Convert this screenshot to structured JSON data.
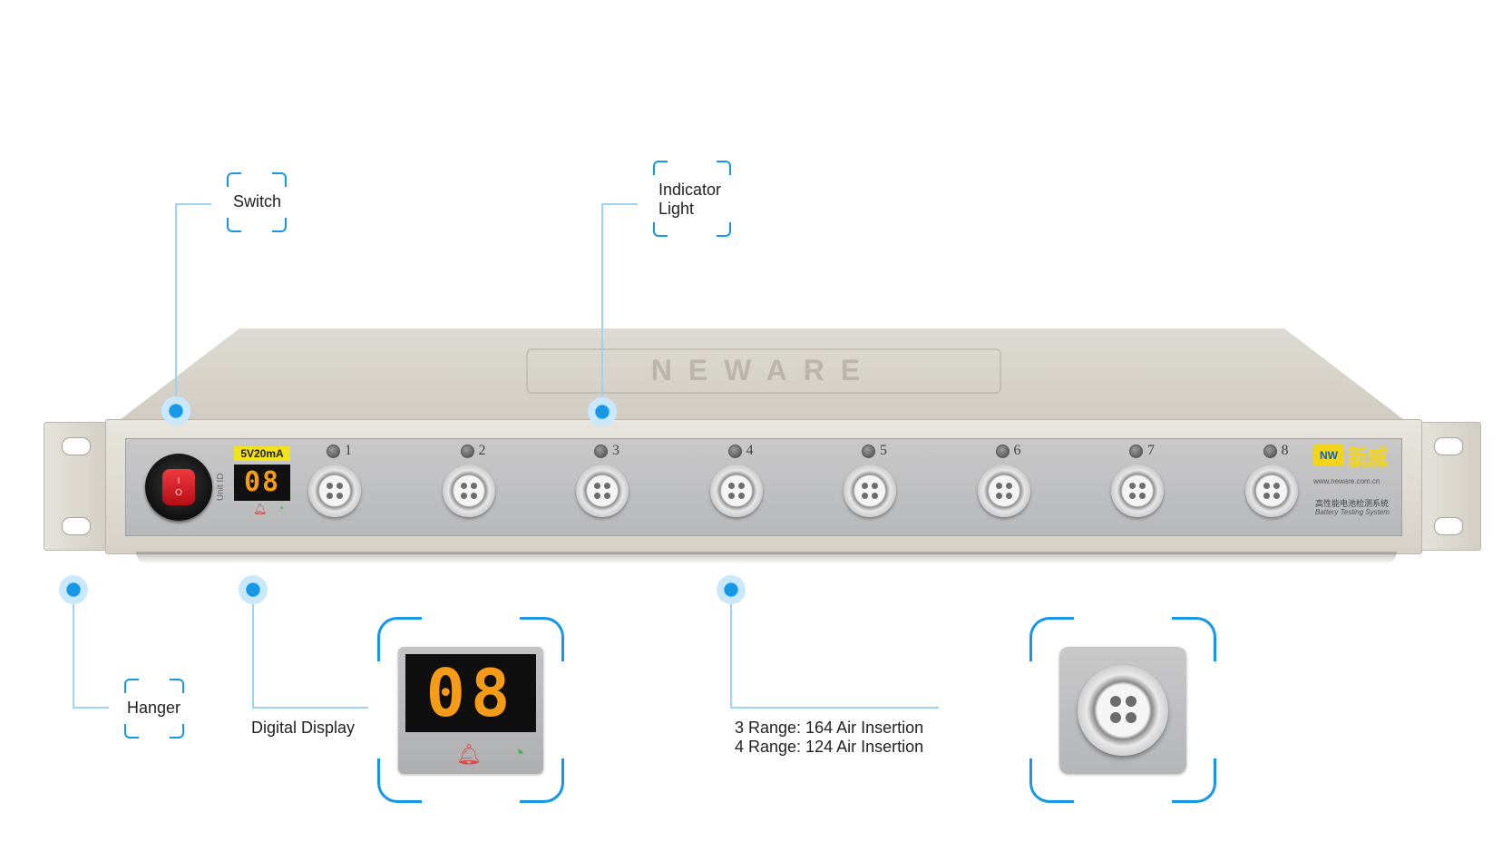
{
  "callouts": {
    "switch": "Switch",
    "indicator_light_line1": "Indicator",
    "indicator_light_line2": "Light",
    "hanger": "Hanger",
    "digital_display": "Digital Display",
    "range_line1": "3 Range: 164 Air Insertion",
    "range_line2": "4 Range: 124 Air Insertion"
  },
  "device": {
    "range_badge": "5V20mA",
    "unit_id_label": "Unit ID",
    "display_value": "08",
    "switch_on_symbol": "I",
    "switch_off_symbol": "O",
    "channels": [
      "1",
      "2",
      "3",
      "4",
      "5",
      "6",
      "7",
      "8"
    ],
    "brand_logo": "NW",
    "brand_name_cn": "新威",
    "brand_name_en": "NEWARE",
    "brand_url": "www.neware.com.cn",
    "brand_tagline_cn": "高性能电池检测系统",
    "brand_tagline_en": "Battery Testing System"
  },
  "zoom": {
    "display_value": "08"
  },
  "icons": {
    "bell": "bell-icon",
    "wifi": "wifi-icon"
  },
  "colors": {
    "accent": "#1798e6",
    "display_digits": "#f59b17",
    "alarm": "#e04848",
    "signal": "#43b649",
    "switch_red": "#e0252e",
    "brand_yellow": "#f2d51a"
  }
}
